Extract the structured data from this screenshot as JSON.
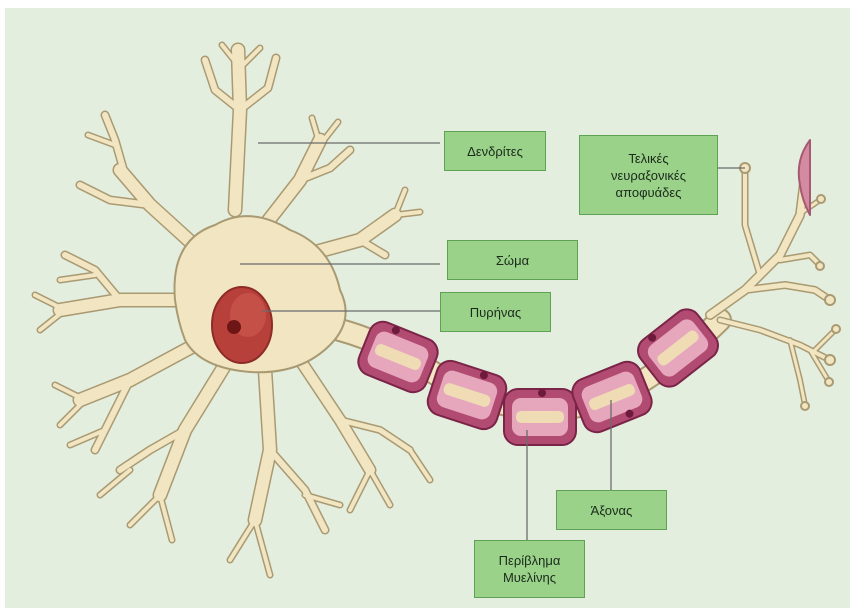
{
  "diagram": {
    "background_color": "#e4eedf",
    "neuron_color": "#f1e5c2",
    "neuron_outline": "#a99a72",
    "myelin_color": "#b24b72",
    "nucleus_color": "#b8403b",
    "label_fill": "#9ad28a",
    "labels": {
      "dendrites": "Δενδρίτες",
      "axon_terminals": "Τελικές\nνευραξονικές\nαποφυάδες",
      "soma": "Σώμα",
      "nucleus": "Πυρήνας",
      "axon": "Άξονας",
      "myelin_sheath": "Περίβλημα\nΜυελίνης"
    }
  }
}
